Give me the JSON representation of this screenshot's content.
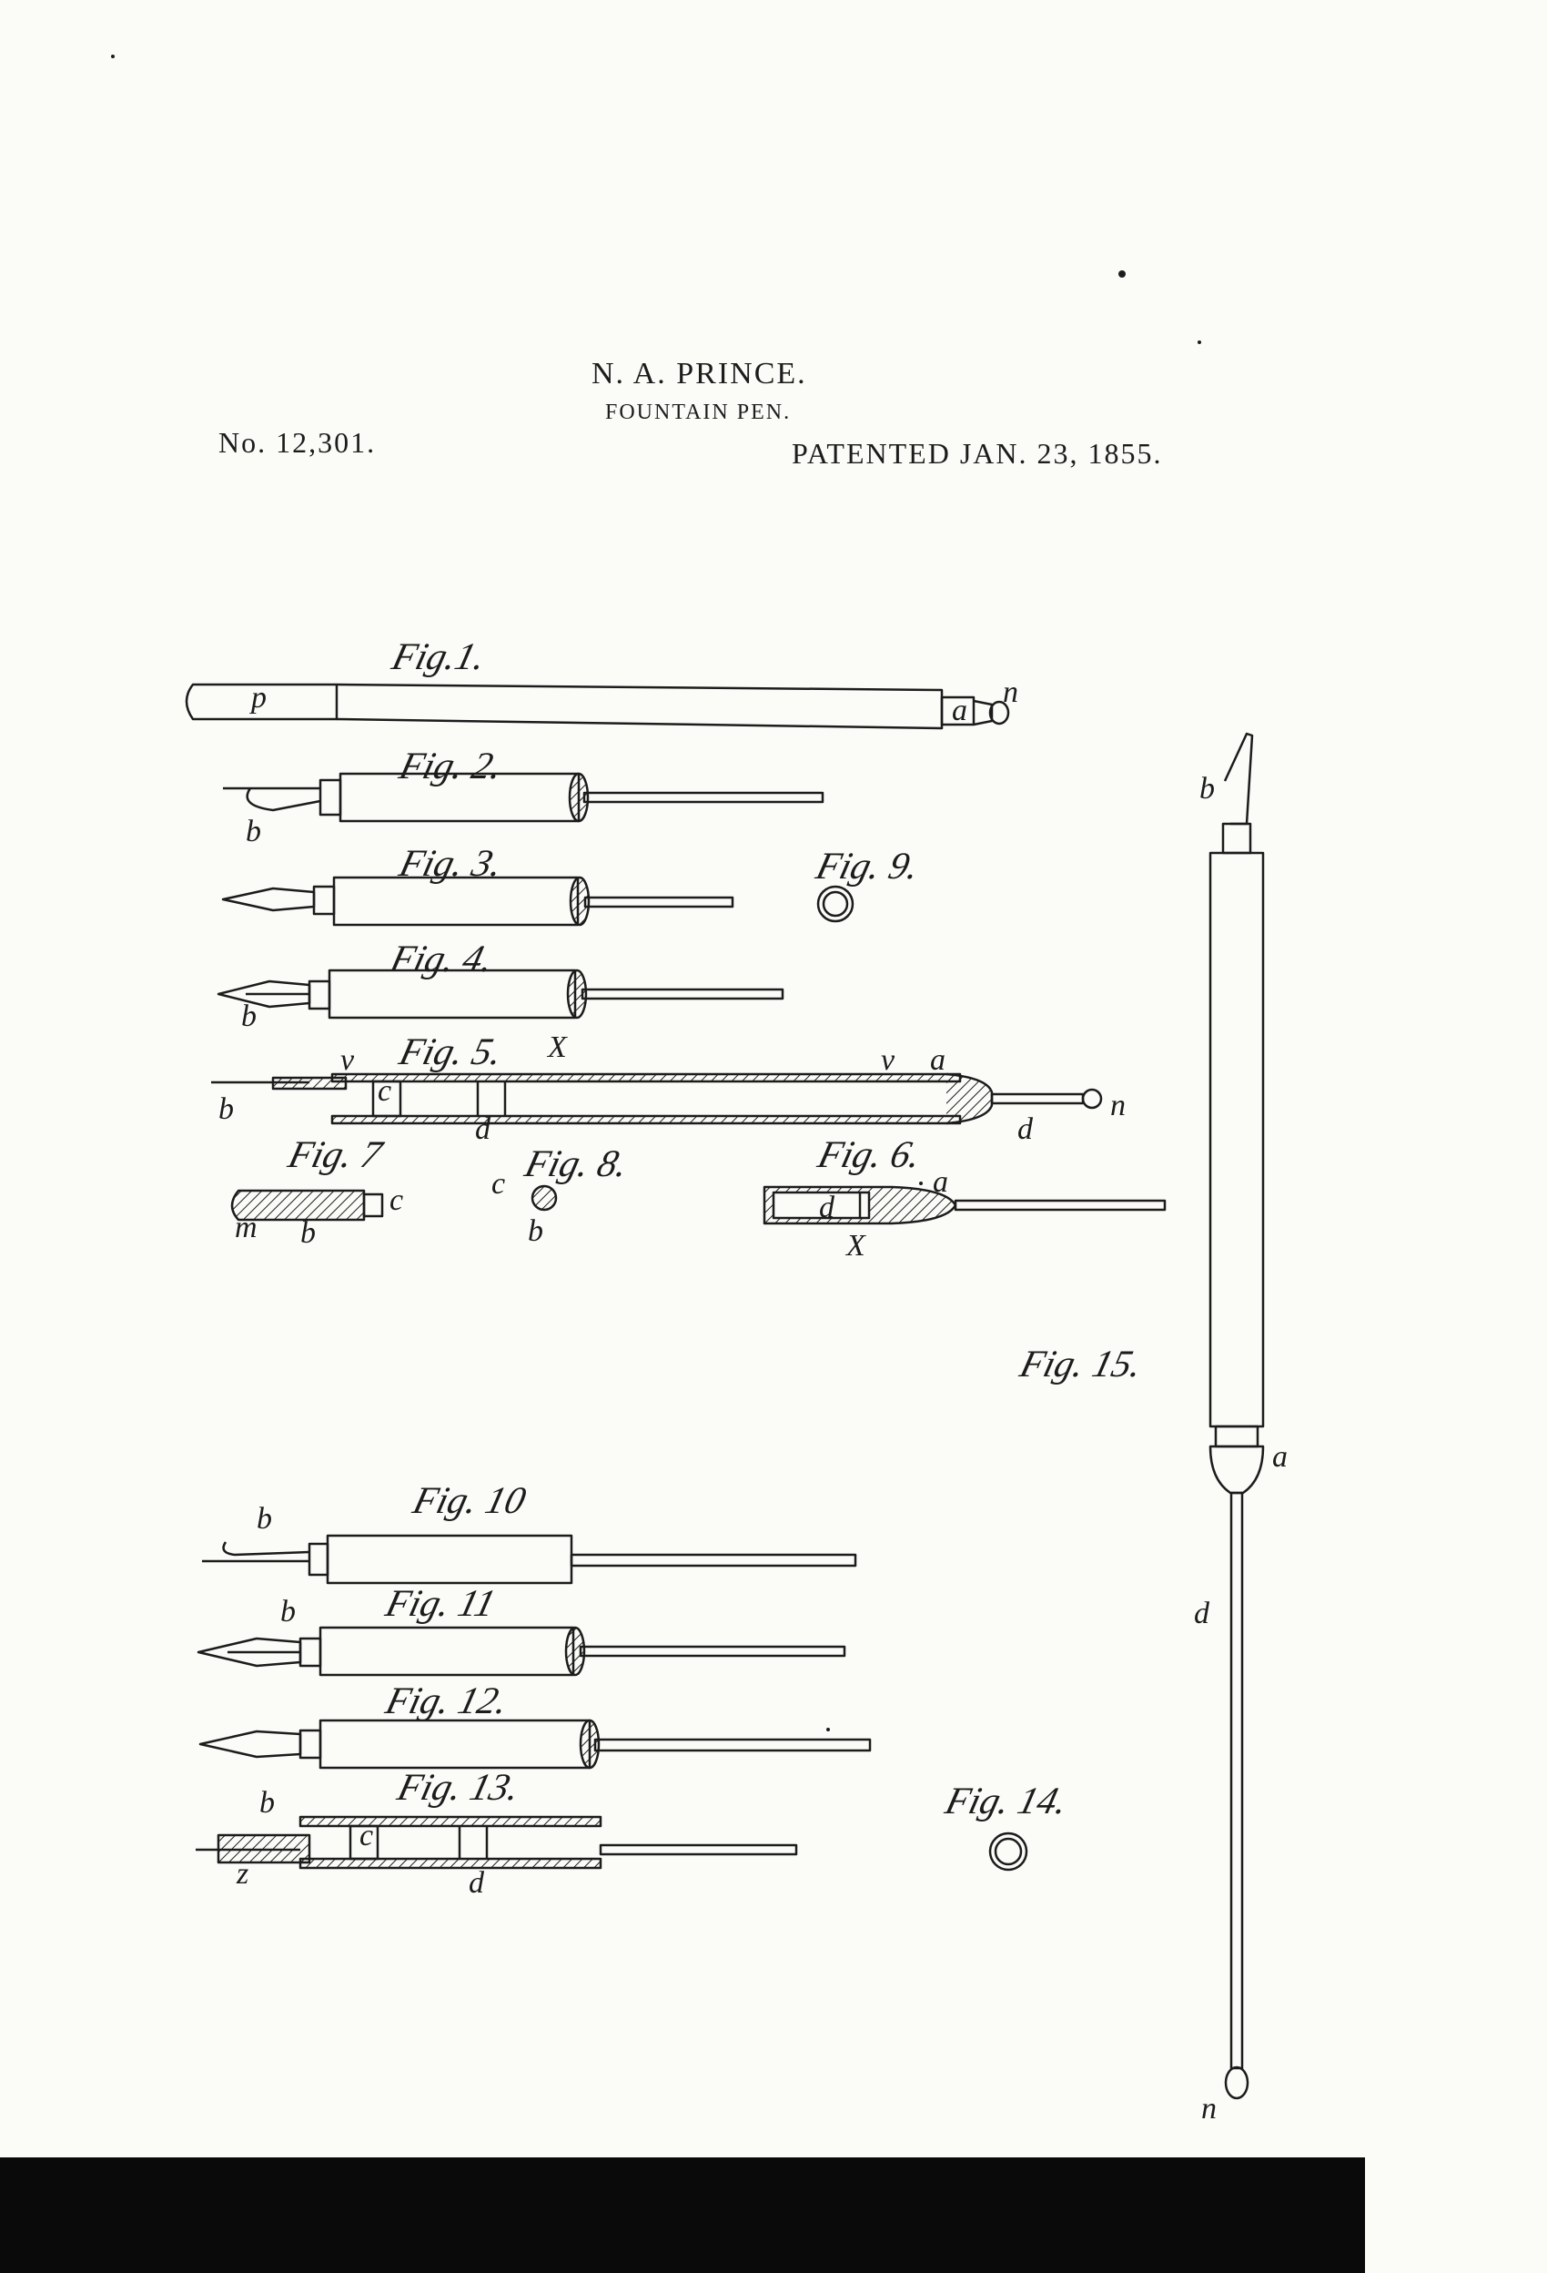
{
  "header": {
    "inventor": "N. A. PRINCE.",
    "subject": "FOUNTAIN PEN.",
    "patent_number": "No. 12,301.",
    "patent_date": "PATENTED JAN. 23, 1855."
  },
  "figures": [
    {
      "id": "fig1",
      "label": "Fig.1."
    },
    {
      "id": "fig2",
      "label": "Fig. 2."
    },
    {
      "id": "fig3",
      "label": "Fig. 3."
    },
    {
      "id": "fig4",
      "label": "Fig. 4."
    },
    {
      "id": "fig5",
      "label": "Fig. 5."
    },
    {
      "id": "fig6",
      "label": "Fig. 6."
    },
    {
      "id": "fig7",
      "label": "Fig. 7"
    },
    {
      "id": "fig8",
      "label": "Fig. 8."
    },
    {
      "id": "fig9",
      "label": "Fig. 9."
    },
    {
      "id": "fig10",
      "label": "Fig. 10"
    },
    {
      "id": "fig11",
      "label": "Fig. 11"
    },
    {
      "id": "fig12",
      "label": "Fig. 12."
    },
    {
      "id": "fig13",
      "label": "Fig. 13."
    },
    {
      "id": "fig14",
      "label": "Fig. 14."
    },
    {
      "id": "fig15",
      "label": "Fig. 15."
    }
  ],
  "reference_letters": {
    "p": "p",
    "n": "n",
    "a": "a",
    "b": "b",
    "c": "c",
    "d": "d",
    "v": "v",
    "x": "X",
    "m": "m",
    "z": "z"
  },
  "colors": {
    "ink": "#1c1c1c",
    "paper": "#fbfbf8",
    "scan_bar": "#0a0a0a"
  }
}
